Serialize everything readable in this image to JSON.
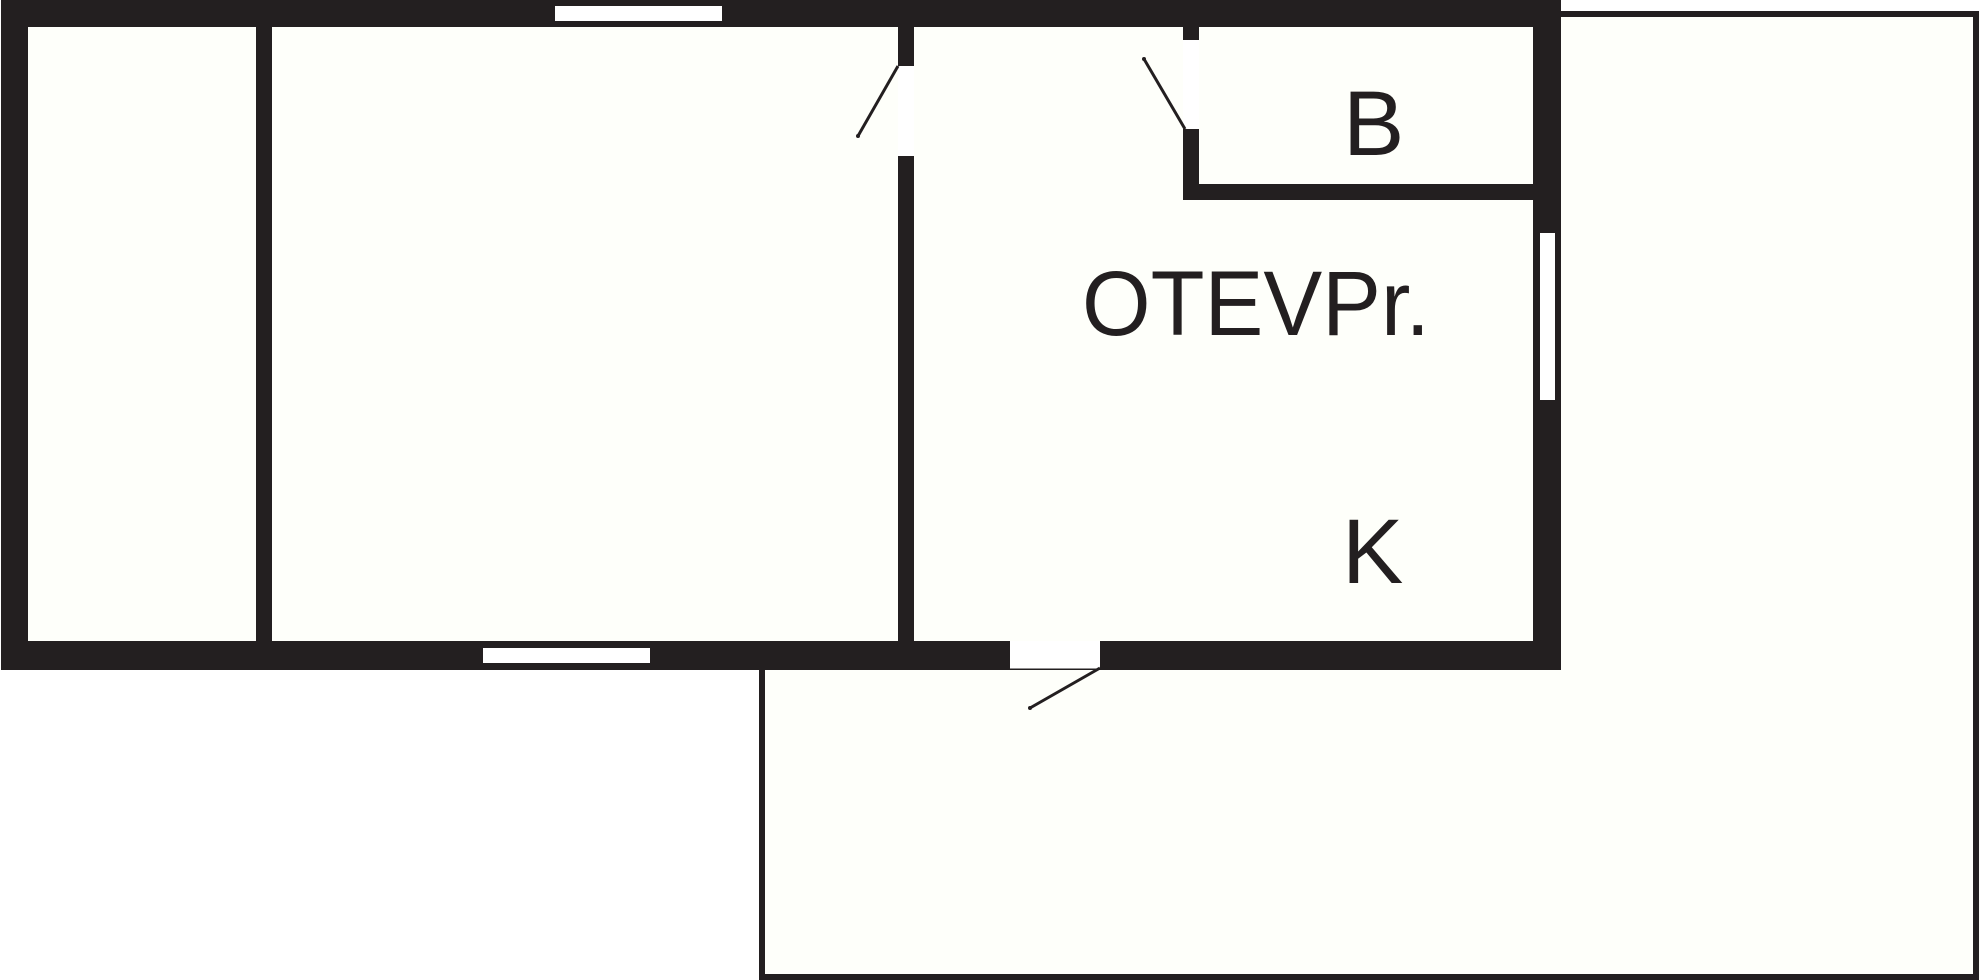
{
  "floorplan": {
    "colors": {
      "wall": "#231f20",
      "floor": "#fefffa",
      "background": "#ffffff",
      "opening": "#ffffff"
    },
    "rooms": {
      "bathroom": {
        "label": "B"
      },
      "open_plan": {
        "label": "OTEVPr."
      },
      "kitchen": {
        "label": "K"
      }
    }
  }
}
